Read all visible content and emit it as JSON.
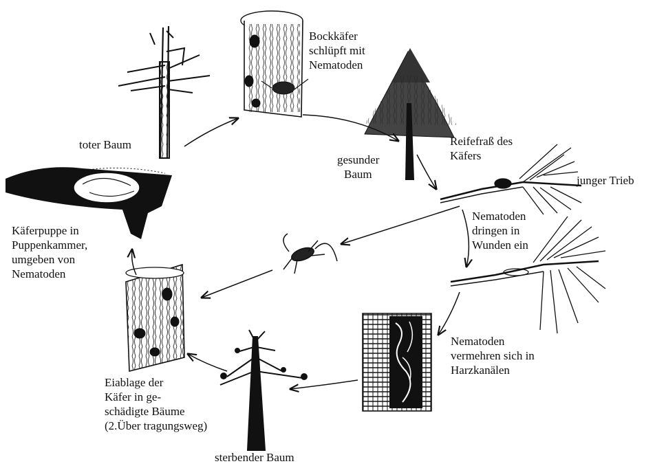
{
  "labels": {
    "toter_baum": "toter Baum",
    "bockkaefer": [
      "Bockkäfer",
      "schlüpft mit",
      "Nematoden"
    ],
    "gesunder_baum": [
      "gesunder",
      "Baum"
    ],
    "reifefrass": [
      "Reifefraß des",
      "Käfers"
    ],
    "junger_trieb": "junger Trieb",
    "nematoden_dringen": [
      "Nematoden",
      "dringen in",
      "Wunden ein"
    ],
    "nematoden_vermehren": [
      "Nematoden",
      "vermehren sich in",
      "Harzkanälen"
    ],
    "sterbender_baum": "sterbender Baum",
    "eiablage": [
      "Eiablage der",
      "Käfer in ge-",
      "schädigte Bäume",
      "(2.Über tragungsweg)"
    ],
    "kaeferpuppe": [
      "Käferpuppe in",
      "Puppenkammer,",
      "umgeben von",
      "Nematoden"
    ]
  }
}
